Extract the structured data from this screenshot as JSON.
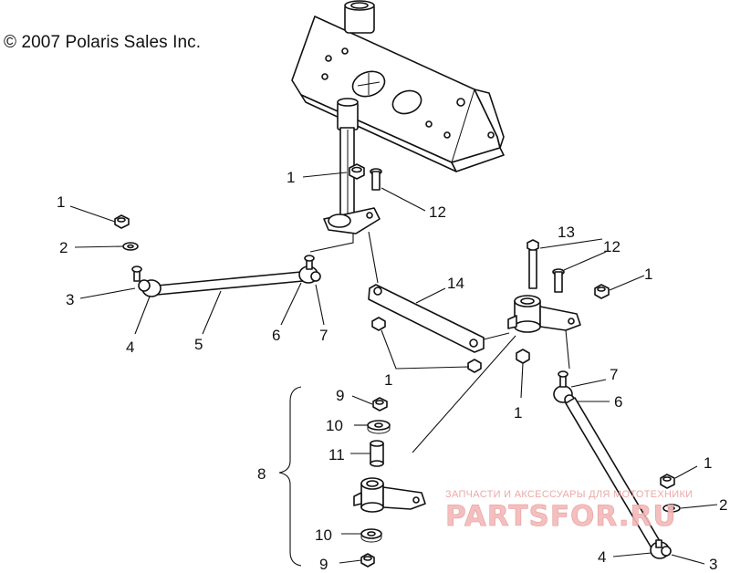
{
  "header": {
    "copyright": "© 2007 Polaris Sales Inc."
  },
  "watermark": {
    "caption": "ЗАПЧАСТИ И АКСЕССУАРЫ ДЛЯ МОТОТЕХНИКИ",
    "logo_text": "PARTSFOR.RU",
    "color": "#e9a0a0"
  },
  "callouts": {
    "c1_top": "1",
    "c12_top": "12",
    "c1_left": "1",
    "c2_left": "2",
    "c3_left": "3",
    "c4_left": "4",
    "c5_left": "5",
    "c6_left": "6",
    "c7_left": "7",
    "c14": "14",
    "c13": "13",
    "c12_right": "12",
    "c1_right": "1",
    "c1_mid": "1",
    "c1_pivot": "1",
    "c7_right": "7",
    "c6_right": "6",
    "c9_top": "9",
    "c10_top": "10",
    "c11": "11",
    "c8": "8",
    "c10_bottom": "10",
    "c9_bottom": "9",
    "c1_br": "1",
    "c2_br": "2",
    "c4_br": "4",
    "c3_br": "3"
  }
}
